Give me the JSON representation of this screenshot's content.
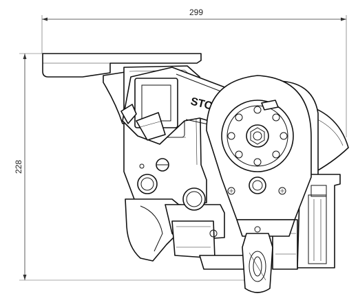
{
  "dimensions": {
    "width_label": "299",
    "height_label": "228"
  },
  "brand": {
    "logo_text": "STOBAG"
  },
  "colors": {
    "line": "#111111",
    "dimension": "#333333",
    "background": "#ffffff"
  }
}
